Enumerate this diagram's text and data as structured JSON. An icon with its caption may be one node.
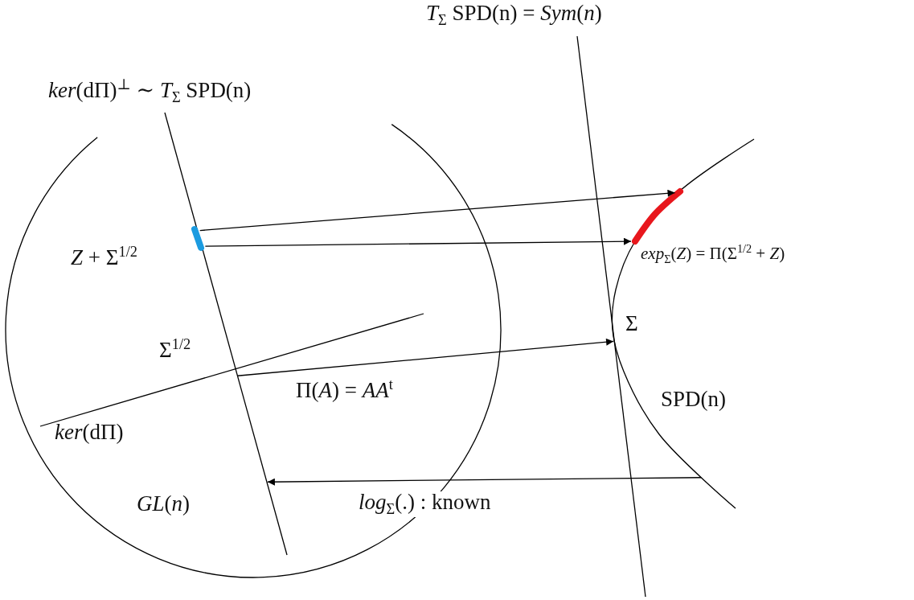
{
  "diagram": {
    "nodes": [
      {
        "text": [],
        "shape": "line",
        "beside": [
          "*ker*(dΠ)$^{⊥}$ ∼ *T*$_{Σ}$ SPD(n)"
        ]
      },
      {
        "text": [],
        "shape": "bar",
        "in": 0
      },
      {
        "text": [],
        "shape": "curve"
      },
      {
        "text": [],
        "shape": "bar",
        "in": 2
      }
    ],
    "edges": [
      {
        "from": 1,
        "to": 3,
        "arrow": "to"
      },
      {
        "from": 1,
        "to": 3,
        "arrow": "to"
      },
      {
        "from": 0,
        "to": 2,
        "arrow": "to",
        "label": "Π(*A*) = *AA*$^{t}$"
      },
      {
        "from": 2,
        "to": 0,
        "arrow": "to",
        "label": "*log*$_{Σ}$(.) :  known"
      }
    ],
    "labels": [
      "*T*$_{Σ}$ SPD(n) = *Sym*(*n*)",
      "*Z* + Σ$^{1/2}$",
      "*exp*$_{Σ}$(*Z*) = Π(Σ$^{1/2}$ + *Z*)",
      "Σ",
      "Σ$^{1/2}$",
      "SPD(n)",
      "*ker*(dΠ)",
      "*GL*(*n*)"
    ]
  }
}
